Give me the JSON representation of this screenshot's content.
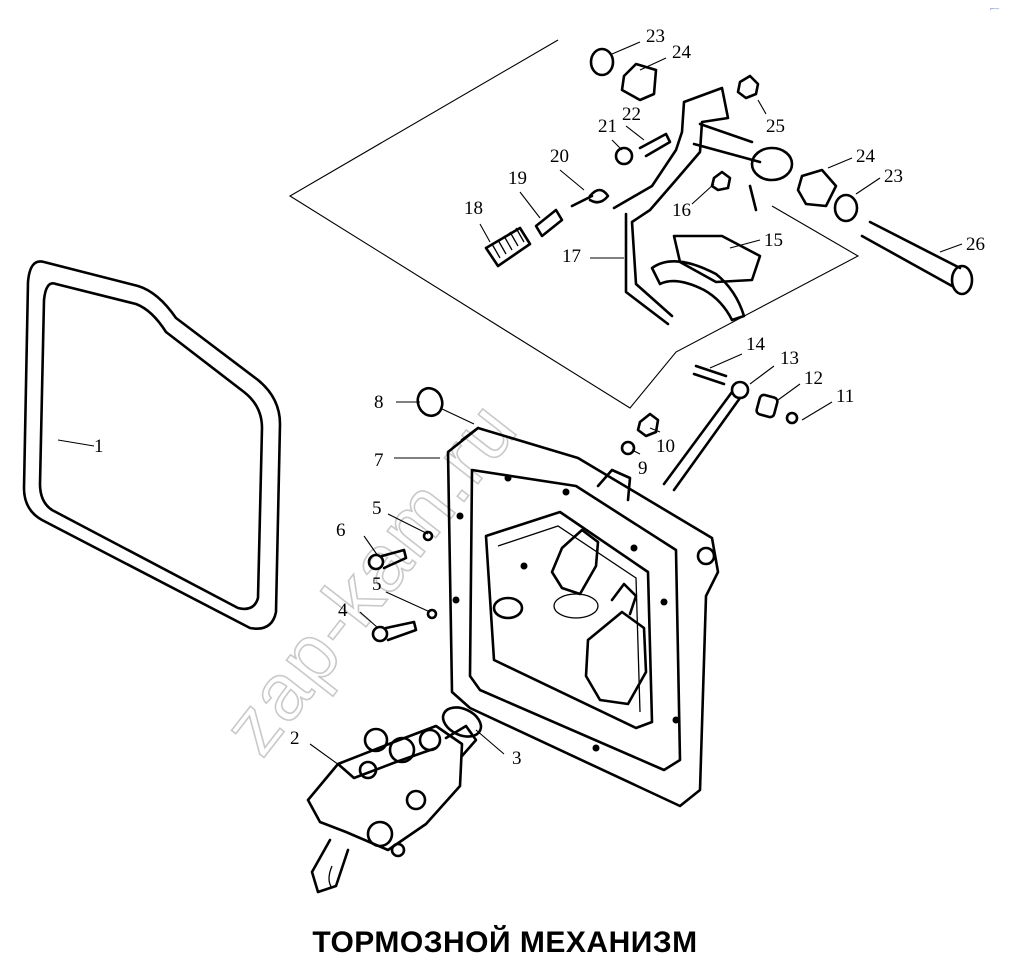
{
  "title": "ТОРМОЗНОЙ МЕХАНИЗМ",
  "watermark": "zap-kam.ru",
  "corner_mark": "⌐–",
  "colors": {
    "ink": "#000000",
    "watermark": "#c9c9c9",
    "background": "#ffffff"
  },
  "callouts": [
    "1",
    "2",
    "3",
    "4",
    "5",
    "5",
    "6",
    "7",
    "8",
    "9",
    "10",
    "11",
    "12",
    "13",
    "14",
    "15",
    "16",
    "17",
    "18",
    "19",
    "20",
    "21",
    "22",
    "23",
    "23",
    "24",
    "24",
    "25",
    "26"
  ]
}
